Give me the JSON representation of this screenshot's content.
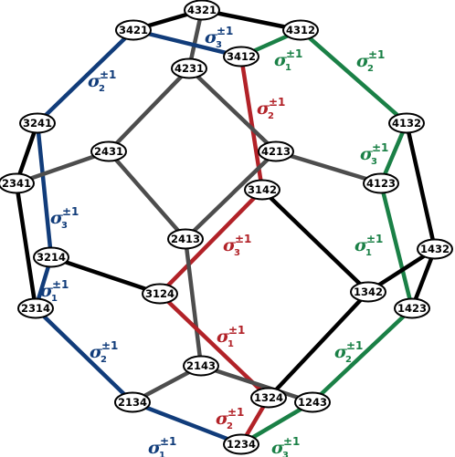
{
  "colors": {
    "black": "#000000",
    "gray": "#4d4d4d",
    "red": "#b22228",
    "green": "#1a8046",
    "blue": "#113c7a"
  },
  "nodes": [
    {
      "id": "4321",
      "label": "4321"
    },
    {
      "id": "3421",
      "label": "3421"
    },
    {
      "id": "4312",
      "label": "4312"
    },
    {
      "id": "3412",
      "label": "3412"
    },
    {
      "id": "4231",
      "label": "4231"
    },
    {
      "id": "3241",
      "label": "3241"
    },
    {
      "id": "4132",
      "label": "4132"
    },
    {
      "id": "2431",
      "label": "2431"
    },
    {
      "id": "4213",
      "label": "4213"
    },
    {
      "id": "2341",
      "label": "2341"
    },
    {
      "id": "3142",
      "label": "3142"
    },
    {
      "id": "4123",
      "label": "4123"
    },
    {
      "id": "2413",
      "label": "2413"
    },
    {
      "id": "3214",
      "label": "3214"
    },
    {
      "id": "1432",
      "label": "1432"
    },
    {
      "id": "3124",
      "label": "3124"
    },
    {
      "id": "1342",
      "label": "1342"
    },
    {
      "id": "2314",
      "label": "2314"
    },
    {
      "id": "1423",
      "label": "1423"
    },
    {
      "id": "2143",
      "label": "2143"
    },
    {
      "id": "1324",
      "label": "1324"
    },
    {
      "id": "1243",
      "label": "1243"
    },
    {
      "id": "2134",
      "label": "2134"
    },
    {
      "id": "1234",
      "label": "1234"
    }
  ],
  "edges": [
    {
      "from": "4321",
      "to": "3421",
      "color": "black"
    },
    {
      "from": "4321",
      "to": "4312",
      "color": "black"
    },
    {
      "from": "4321",
      "to": "4231",
      "color": "gray"
    },
    {
      "from": "3421",
      "to": "3412",
      "color": "blue"
    },
    {
      "from": "3421",
      "to": "3241",
      "color": "blue"
    },
    {
      "from": "4312",
      "to": "3412",
      "color": "green"
    },
    {
      "from": "4312",
      "to": "4132",
      "color": "green"
    },
    {
      "from": "3412",
      "to": "3142",
      "color": "red"
    },
    {
      "from": "4231",
      "to": "2431",
      "color": "gray"
    },
    {
      "from": "4231",
      "to": "4213",
      "color": "gray"
    },
    {
      "from": "3241",
      "to": "2341",
      "color": "black"
    },
    {
      "from": "3241",
      "to": "3214",
      "color": "blue"
    },
    {
      "from": "4132",
      "to": "4123",
      "color": "green"
    },
    {
      "from": "4132",
      "to": "1432",
      "color": "black"
    },
    {
      "from": "2431",
      "to": "2341",
      "color": "gray"
    },
    {
      "from": "2431",
      "to": "2413",
      "color": "gray"
    },
    {
      "from": "4213",
      "to": "4123",
      "color": "gray"
    },
    {
      "from": "4213",
      "to": "2413",
      "color": "gray"
    },
    {
      "from": "2341",
      "to": "2314",
      "color": "black"
    },
    {
      "from": "3142",
      "to": "1342",
      "color": "black"
    },
    {
      "from": "3142",
      "to": "3124",
      "color": "red"
    },
    {
      "from": "4123",
      "to": "1423",
      "color": "green"
    },
    {
      "from": "2413",
      "to": "2143",
      "color": "gray"
    },
    {
      "from": "3214",
      "to": "2314",
      "color": "blue"
    },
    {
      "from": "3214",
      "to": "3124",
      "color": "black"
    },
    {
      "from": "1432",
      "to": "1342",
      "color": "black"
    },
    {
      "from": "1432",
      "to": "1423",
      "color": "black"
    },
    {
      "from": "3124",
      "to": "1324",
      "color": "red"
    },
    {
      "from": "1342",
      "to": "1324",
      "color": "black"
    },
    {
      "from": "2314",
      "to": "2134",
      "color": "blue"
    },
    {
      "from": "1423",
      "to": "1243",
      "color": "green"
    },
    {
      "from": "2143",
      "to": "2134",
      "color": "gray"
    },
    {
      "from": "2143",
      "to": "1243",
      "color": "gray"
    },
    {
      "from": "1324",
      "to": "1234",
      "color": "red"
    },
    {
      "from": "1243",
      "to": "1234",
      "color": "green"
    },
    {
      "from": "2134",
      "to": "1234",
      "color": "blue"
    }
  ],
  "edge_labels": [
    {
      "symbol": "σ",
      "sub": "3",
      "sup": "±1",
      "color": "blue"
    },
    {
      "symbol": "σ",
      "sub": "1",
      "sup": "±1",
      "color": "green"
    },
    {
      "symbol": "σ",
      "sub": "2",
      "sup": "±1",
      "color": "green"
    },
    {
      "symbol": "σ",
      "sub": "2",
      "sup": "±1",
      "color": "blue"
    },
    {
      "symbol": "σ",
      "sub": "2",
      "sup": "±1",
      "color": "red"
    },
    {
      "symbol": "σ",
      "sub": "3",
      "sup": "±1",
      "color": "green"
    },
    {
      "symbol": "σ",
      "sub": "3",
      "sup": "±1",
      "color": "blue"
    },
    {
      "symbol": "σ",
      "sub": "3",
      "sup": "±1",
      "color": "red"
    },
    {
      "symbol": "σ",
      "sub": "1",
      "sup": "±1",
      "color": "green"
    },
    {
      "symbol": "σ",
      "sub": "1",
      "sup": "±1",
      "color": "blue"
    },
    {
      "symbol": "σ",
      "sub": "1",
      "sup": "±1",
      "color": "red"
    },
    {
      "symbol": "σ",
      "sub": "2",
      "sup": "±1",
      "color": "blue"
    },
    {
      "symbol": "σ",
      "sub": "2",
      "sup": "±1",
      "color": "green"
    },
    {
      "symbol": "σ",
      "sub": "2",
      "sup": "±1",
      "color": "red"
    },
    {
      "symbol": "σ",
      "sub": "1",
      "sup": "±1",
      "color": "blue"
    },
    {
      "symbol": "σ",
      "sub": "3",
      "sup": "±1",
      "color": "green"
    }
  ]
}
